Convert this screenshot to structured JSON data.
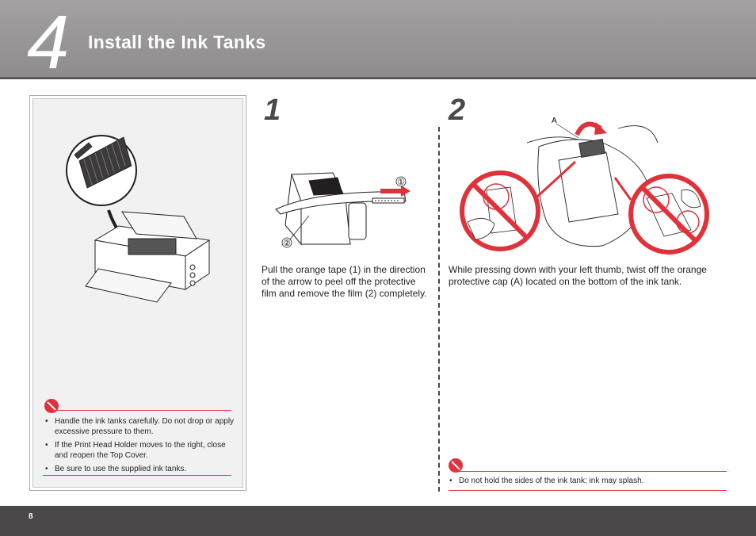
{
  "header": {
    "step_number": "4",
    "title": "Install the Ink Tanks"
  },
  "left_panel": {
    "caution_items": [
      "Handle the ink tanks carefully. Do not drop or apply excessive pressure to them.",
      "If the Print Head Holder moves to the right, close and reopen the Top Cover.",
      "Be sure to use the supplied ink tanks."
    ]
  },
  "step1": {
    "number": "1",
    "description": "Pull the orange tape (1) in the direction of the arrow to peel off the protective film and remove the film (2) completely.",
    "callout_1": "①",
    "callout_2": "②"
  },
  "step2": {
    "number": "2",
    "description": "While pressing down with your left thumb, twist off the orange protective cap (A) located on the bottom of the ink tank.",
    "callout_a": "A",
    "caution_items": [
      "Do not hold the sides of the ink tank; ink may splash."
    ]
  },
  "footer": {
    "page_number": "8"
  },
  "colors": {
    "header_bg": "#9a9899",
    "footer_bg": "#4a4849",
    "caution_red": "#e0323a"
  },
  "icons": [
    "no-entry-icon",
    "printer-illustration",
    "ink-tank-illustration",
    "hand-twisting-cap-illustration"
  ]
}
